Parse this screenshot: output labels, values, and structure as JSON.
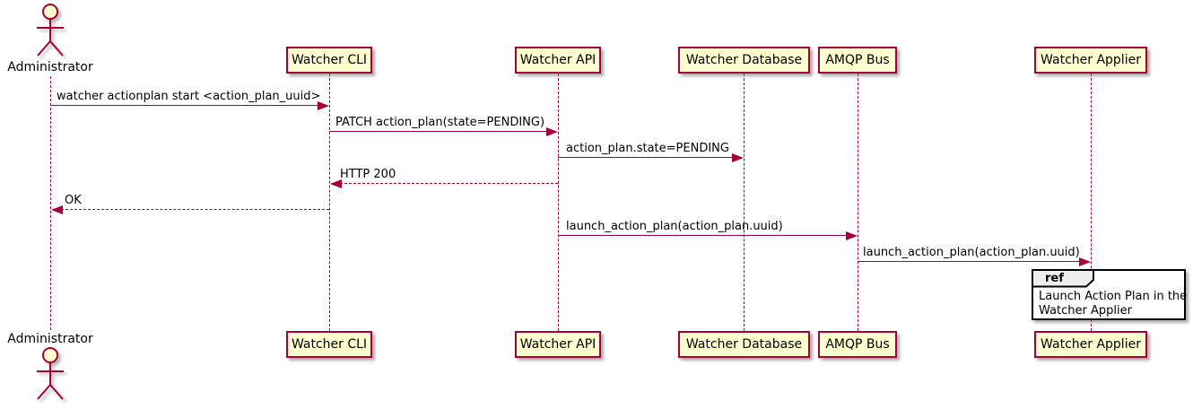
{
  "diagram_type": "sequence",
  "colors": {
    "accent": "#A80036",
    "participant_fill": "#FEFECE",
    "ref_border": "#000000",
    "ref_header_fill": "#EEEEEE",
    "background": "#FFFFFF"
  },
  "actor": {
    "name": "Administrator"
  },
  "participants": [
    {
      "label": "Watcher CLI"
    },
    {
      "label": "Watcher API"
    },
    {
      "label": "Watcher Database"
    },
    {
      "label": "AMQP Bus"
    },
    {
      "label": "Watcher Applier"
    }
  ],
  "messages": [
    {
      "from": "Administrator",
      "to": "Watcher CLI",
      "text": "watcher actionplan start <action_plan_uuid>",
      "line": "solid"
    },
    {
      "from": "Watcher CLI",
      "to": "Watcher API",
      "text": "PATCH action_plan(state=PENDING)",
      "line": "solid"
    },
    {
      "from": "Watcher API",
      "to": "Watcher Database",
      "text": "action_plan.state=PENDING",
      "line": "solid"
    },
    {
      "from": "Watcher API",
      "to": "Watcher CLI",
      "text": "HTTP 200",
      "line": "dashed"
    },
    {
      "from": "Watcher CLI",
      "to": "Administrator",
      "text": "OK",
      "line": "dashed"
    },
    {
      "from": "Watcher API",
      "to": "AMQP Bus",
      "text": "launch_action_plan(action_plan.uuid)",
      "line": "solid"
    },
    {
      "from": "AMQP Bus",
      "to": "Watcher Applier",
      "text": "launch_action_plan(action_plan.uuid)",
      "line": "solid"
    }
  ],
  "ref": {
    "keyword": "ref",
    "line1": "Launch Action Plan in the",
    "line2": "Watcher Applier"
  }
}
